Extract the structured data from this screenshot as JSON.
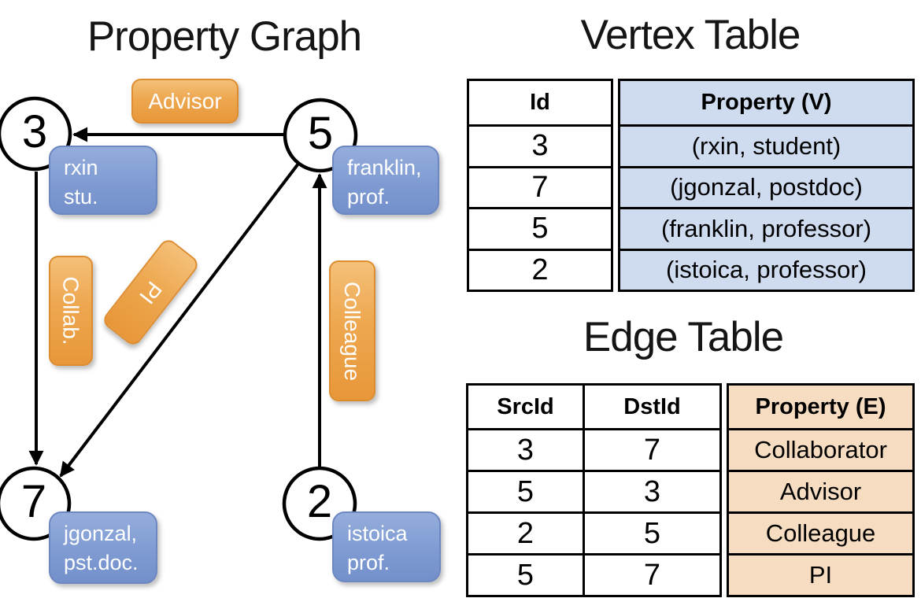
{
  "graph": {
    "title": "Property Graph",
    "nodes": {
      "n3": {
        "id": "3",
        "line1": "rxin",
        "line2": "stu."
      },
      "n5": {
        "id": "5",
        "line1": "franklin,",
        "line2": "prof."
      },
      "n7": {
        "id": "7",
        "line1": "jgonzal,",
        "line2": "pst.doc."
      },
      "n2": {
        "id": "2",
        "line1": "istoica",
        "line2": "prof."
      }
    },
    "edge_labels": {
      "advisor": "Advisor",
      "collab": "Collab.",
      "pi": "PI",
      "colleague": "Colleague"
    }
  },
  "vertex_table": {
    "title": "Vertex Table",
    "headers": {
      "id": "Id",
      "property": "Property (V)"
    },
    "rows": [
      {
        "id": "3",
        "property": "(rxin, student)"
      },
      {
        "id": "7",
        "property": "(jgonzal, postdoc)"
      },
      {
        "id": "5",
        "property": "(franklin, professor)"
      },
      {
        "id": "2",
        "property": "(istoica, professor)"
      }
    ]
  },
  "edge_table": {
    "title": "Edge Table",
    "headers": {
      "src": "SrcId",
      "dst": "DstId",
      "property": "Property (E)"
    },
    "rows": [
      {
        "src": "3",
        "dst": "7",
        "property": "Collaborator"
      },
      {
        "src": "5",
        "dst": "3",
        "property": "Advisor"
      },
      {
        "src": "2",
        "dst": "5",
        "property": "Colleague"
      },
      {
        "src": "5",
        "dst": "7",
        "property": "PI"
      }
    ]
  },
  "colors": {
    "edge_label_fill": "#eca74f",
    "edge_label_border": "#dd8d30",
    "vertex_label_fill": "#84a0d4",
    "vertex_label_border": "#6d87c2",
    "vertex_property_cell_bg": "#cfdbef",
    "edge_property_cell_bg": "#f6dcc0",
    "line_color": "#000000"
  }
}
